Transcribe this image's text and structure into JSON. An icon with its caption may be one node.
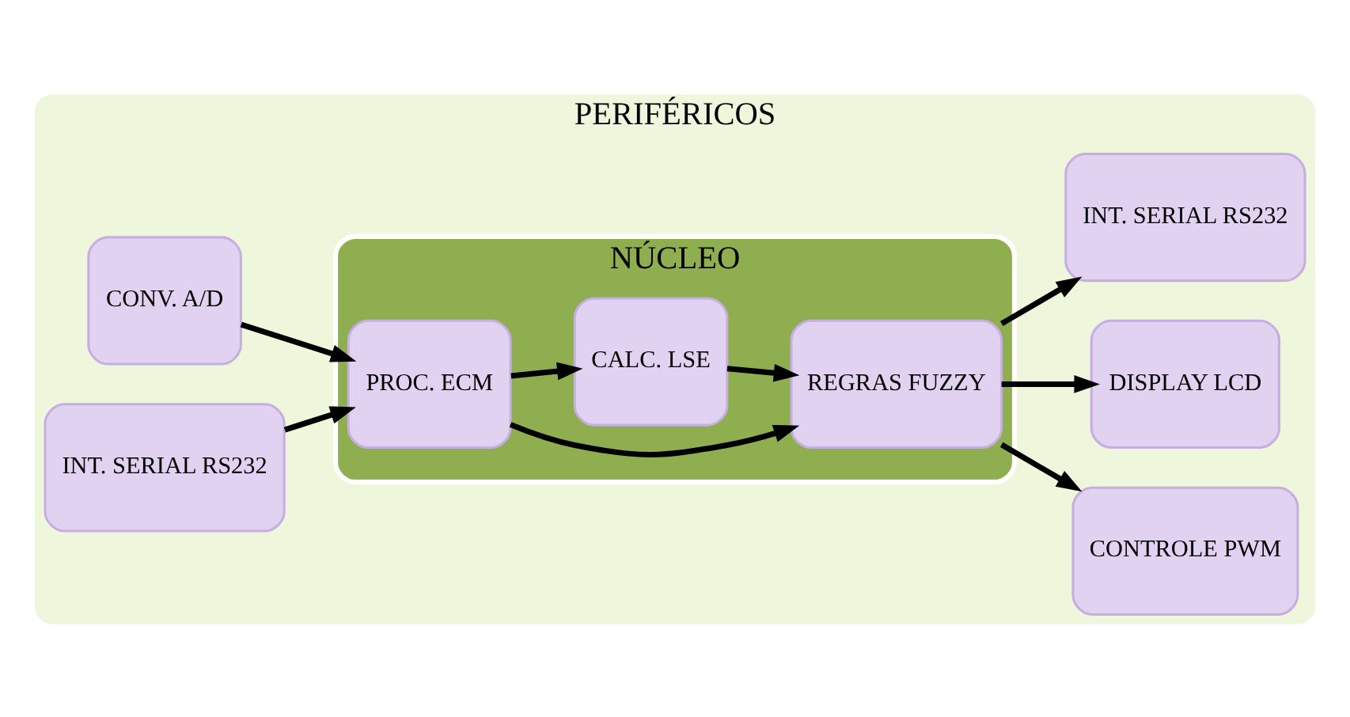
{
  "diagram": {
    "nodes": [
      {
        "text": [
          "PERIFÉRICOS"
        ]
      },
      {
        "text": [
          "NÚCLEO"
        ],
        "in": 0
      },
      {
        "text": [
          "CONV. A/D"
        ],
        "in": 0
      },
      {
        "text": [
          "INT. SERIAL RS232"
        ],
        "in": 0
      },
      {
        "text": [
          "PROC. ECM"
        ],
        "in": 1
      },
      {
        "text": [
          "REGRAS FUZZY"
        ],
        "in": 1
      },
      {
        "text": [
          "CALC. LSE"
        ],
        "in": 1
      },
      {
        "text": [
          "CONTROLE PWM"
        ],
        "in": 0
      },
      {
        "text": [
          "DISPLAY LCD"
        ],
        "in": 0
      },
      {
        "text": [
          "INT. SERIAL RS232"
        ],
        "in": 0
      }
    ],
    "edges": [
      {
        "from": 2,
        "to": 4,
        "arrow": "to"
      },
      {
        "from": 3,
        "to": 4,
        "arrow": "to"
      },
      {
        "from": 4,
        "to": 5,
        "arrow": "to"
      },
      {
        "from": 4,
        "to": 6,
        "arrow": "to"
      },
      {
        "from": 6,
        "to": 5,
        "arrow": "to"
      },
      {
        "from": 5,
        "to": 7,
        "arrow": "to"
      },
      {
        "from": 5,
        "to": 8,
        "arrow": "to"
      },
      {
        "from": 5,
        "to": 9,
        "arrow": "to"
      }
    ]
  }
}
